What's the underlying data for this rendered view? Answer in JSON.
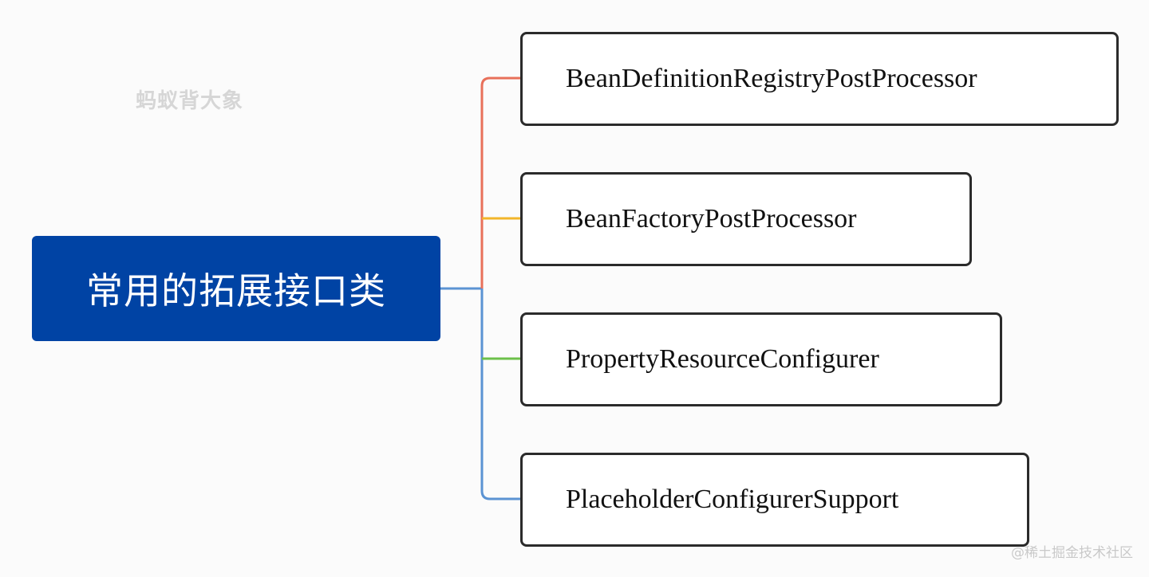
{
  "root": {
    "label": "常用的拓展接口类",
    "color": "#0043a4"
  },
  "children": [
    {
      "label": "BeanDefinitionRegistryPostProcessor",
      "connector_color": "#e8705a"
    },
    {
      "label": "BeanFactoryPostProcessor",
      "connector_color": "#f2b52a"
    },
    {
      "label": "PropertyResourceConfigurer",
      "connector_color": "#6cc04a"
    },
    {
      "label": "PlaceholderConfigurerSupport",
      "connector_color": "#5b93d3"
    }
  ],
  "watermarks": {
    "top_left": "蚂蚁背大象",
    "bottom_right": "@稀土掘金技术社区"
  }
}
